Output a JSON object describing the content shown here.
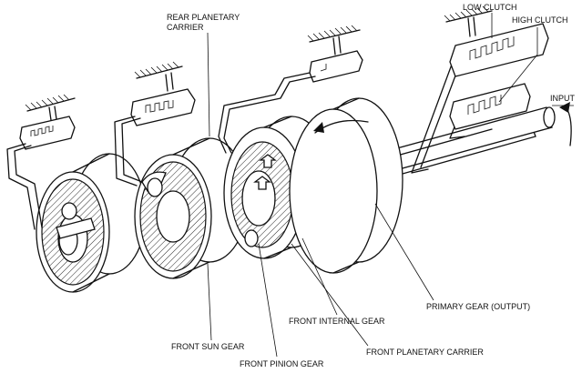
{
  "labels": {
    "rear_planetary_carrier_line1": "REAR PLANETARY",
    "rear_planetary_carrier_line2": "CARRIER",
    "low_clutch": "LOW CLUTCH",
    "high_clutch": "HIGH CLUTCH",
    "input": "INPUT",
    "primary_gear_output": "PRIMARY GEAR (OUTPUT)",
    "front_internal_gear": "FRONT INTERNAL GEAR",
    "front_sun_gear": "FRONT SUN GEAR",
    "front_planetary_carrier": "FRONT PLANETARY CARRIER",
    "front_pinion_gear": "FRONT PINION GEAR"
  }
}
